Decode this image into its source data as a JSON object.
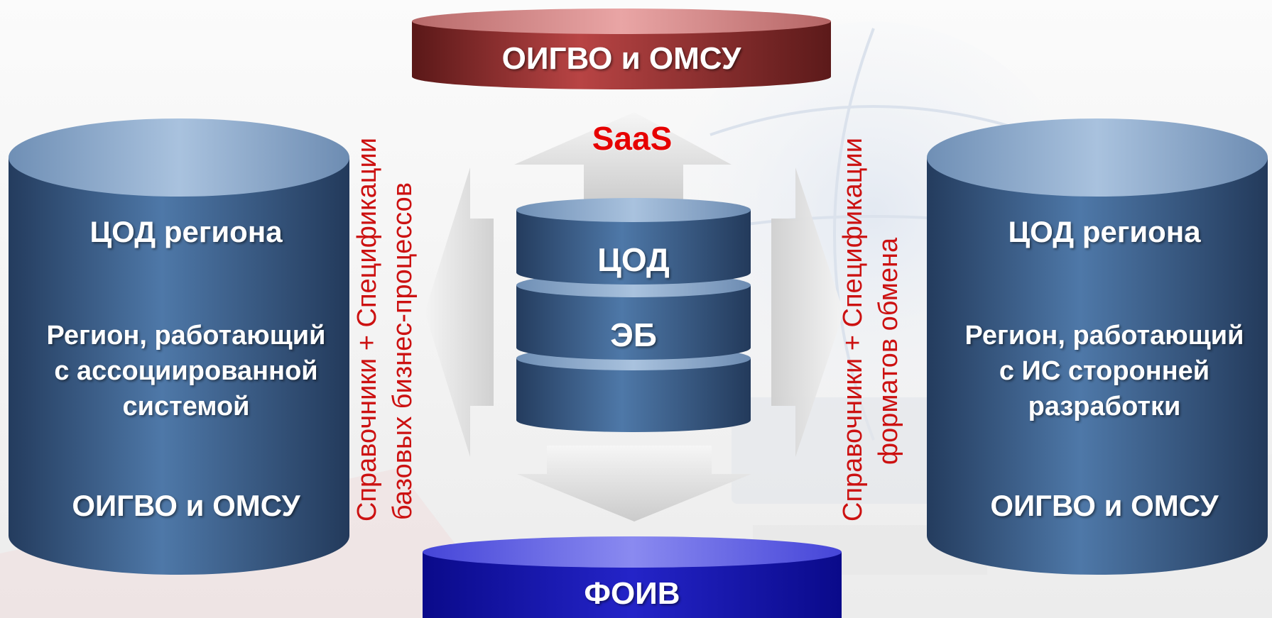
{
  "top_cylinder": {
    "label": "ОИГВО и ОМСУ"
  },
  "bottom_cylinder": {
    "label": "ФОИВ"
  },
  "left_cylinder": {
    "title": "ЦОД региона",
    "description": "Регион, работающий с ассоциированной системой",
    "footer": "ОИГВО и ОМСУ"
  },
  "right_cylinder": {
    "title": "ЦОД региона",
    "description": "Регион, работающий с ИС сторонней разработки",
    "footer": "ОИГВО и ОМСУ"
  },
  "center_stack": {
    "disk1": "ЦОД",
    "disk2": "ЭБ",
    "disk3": ""
  },
  "saas": "SaaS",
  "left_vertical": {
    "line1": "Справочники + Спецификации",
    "line2": "базовых бизнес-процессов"
  },
  "right_vertical": {
    "line1": "Справочники + Спецификации",
    "line2": "форматов обмена"
  },
  "colors": {
    "top_cylinder": "#9e3030",
    "bottom_cylinder": "#1010b0",
    "blue_cylinders": "#3a5f8a",
    "arrows": "#d2d2d2",
    "vertical_text": "#cc1111",
    "saas": "#e60000"
  }
}
